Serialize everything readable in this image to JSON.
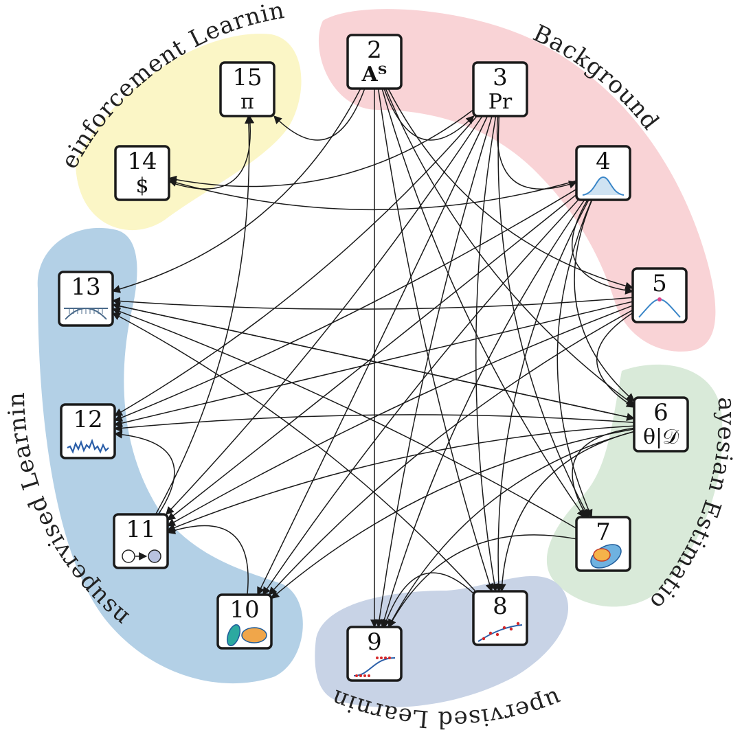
{
  "regions": [
    {
      "id": "rl",
      "label": "Reinforcement Learning",
      "color": "#fbf6c6"
    },
    {
      "id": "bg",
      "label": "Background",
      "color": "#f9d3d6"
    },
    {
      "id": "be",
      "label": "Bayesian Estimation",
      "color": "#d9ead9"
    },
    {
      "id": "sl",
      "label": "Supervised Learning",
      "color": "#c8d3e6"
    },
    {
      "id": "ul",
      "label": "Unsupervised Learning",
      "color": "#b3d0e6"
    }
  ],
  "nodes": [
    {
      "id": "2",
      "num": "2",
      "symbol": "Aᵀ",
      "icon": "transpose-symbol"
    },
    {
      "id": "3",
      "num": "3",
      "symbol": "Pr",
      "icon": "probability-symbol"
    },
    {
      "id": "4",
      "num": "4",
      "symbol": "",
      "icon": "gaussian-curve-icon"
    },
    {
      "id": "5",
      "num": "5",
      "symbol": "",
      "icon": "peak-curve-icon"
    },
    {
      "id": "6",
      "num": "6",
      "symbol": "θ|𝒟",
      "icon": "posterior-symbol"
    },
    {
      "id": "7",
      "num": "7",
      "symbol": "",
      "icon": "contour-blob-icon"
    },
    {
      "id": "8",
      "num": "8",
      "symbol": "",
      "icon": "regression-fit-icon"
    },
    {
      "id": "9",
      "num": "9",
      "symbol": "",
      "icon": "sigmoid-classifier-icon"
    },
    {
      "id": "10",
      "num": "10",
      "symbol": "",
      "icon": "gaussian-clusters-icon"
    },
    {
      "id": "11",
      "num": "11",
      "symbol": "",
      "icon": "state-transition-icon"
    },
    {
      "id": "12",
      "num": "12",
      "symbol": "",
      "icon": "time-series-icon"
    },
    {
      "id": "13",
      "num": "13",
      "symbol": "",
      "icon": "bridge-icon"
    },
    {
      "id": "14",
      "num": "14",
      "symbol": "$",
      "icon": "dollar-symbol"
    },
    {
      "id": "15",
      "num": "15",
      "symbol": "π",
      "icon": "policy-symbol"
    }
  ],
  "edges": [
    [
      "2",
      "15"
    ],
    [
      "2",
      "3"
    ],
    [
      "2",
      "9"
    ],
    [
      "2",
      "8"
    ],
    [
      "2",
      "7"
    ],
    [
      "2",
      "6"
    ],
    [
      "2",
      "5"
    ],
    [
      "2",
      "13"
    ],
    [
      "3",
      "4"
    ],
    [
      "3",
      "14"
    ],
    [
      "3",
      "9"
    ],
    [
      "3",
      "8"
    ],
    [
      "3",
      "7"
    ],
    [
      "3",
      "11"
    ],
    [
      "3",
      "12"
    ],
    [
      "3",
      "10"
    ],
    [
      "4",
      "14"
    ],
    [
      "4",
      "5"
    ],
    [
      "4",
      "7"
    ],
    [
      "4",
      "6"
    ],
    [
      "4",
      "12"
    ],
    [
      "4",
      "11"
    ],
    [
      "4",
      "10"
    ],
    [
      "4",
      "9"
    ],
    [
      "4",
      "8"
    ],
    [
      "5",
      "6"
    ],
    [
      "5",
      "13"
    ],
    [
      "5",
      "12"
    ],
    [
      "5",
      "11"
    ],
    [
      "5",
      "10"
    ],
    [
      "6",
      "7"
    ],
    [
      "6",
      "12"
    ],
    [
      "6",
      "13"
    ],
    [
      "6",
      "11"
    ],
    [
      "6",
      "10"
    ],
    [
      "6",
      "9"
    ],
    [
      "6",
      "8"
    ],
    [
      "7",
      "9"
    ],
    [
      "7",
      "13"
    ],
    [
      "8",
      "9"
    ],
    [
      "8",
      "13"
    ],
    [
      "14",
      "15"
    ],
    [
      "10",
      "11"
    ],
    [
      "11",
      "12"
    ],
    [
      "11",
      "15"
    ],
    [
      "13",
      "6"
    ]
  ]
}
